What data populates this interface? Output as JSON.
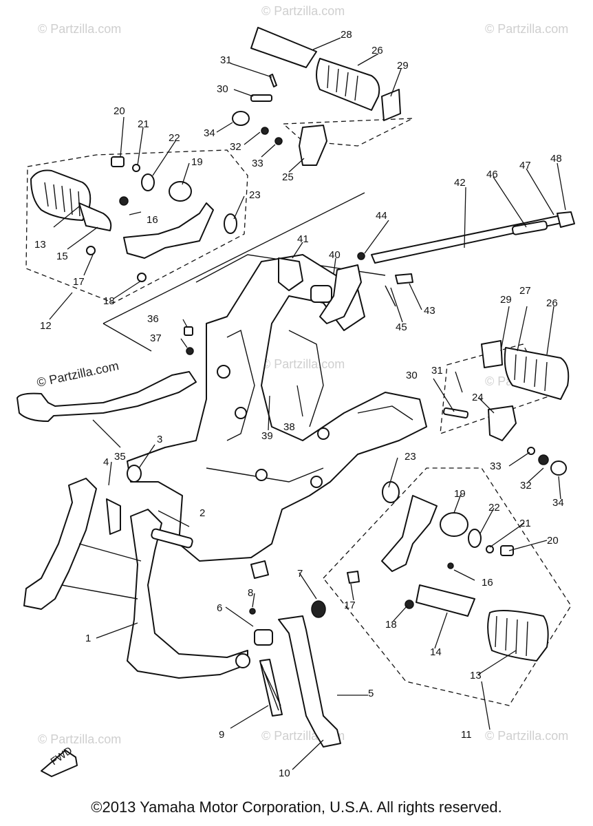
{
  "watermarks": {
    "text": "© Partzilla.com",
    "featured": "© Partzilla.com"
  },
  "fwd_label": "FWD",
  "copyright": "©2013 Yamaha Motor Corporation, U.S.A. All rights reserved.",
  "callouts": [
    "1",
    "2",
    "3",
    "4",
    "5",
    "6",
    "7",
    "8",
    "9",
    "10",
    "11",
    "12",
    "13",
    "14",
    "15",
    "16",
    "17",
    "18",
    "19",
    "20",
    "21",
    "22",
    "23",
    "24",
    "25",
    "26",
    "27",
    "28",
    "29",
    "30",
    "31",
    "32",
    "33",
    "34",
    "35",
    "36",
    "37",
    "38",
    "39",
    "40",
    "41",
    "42",
    "43",
    "44",
    "45",
    "46",
    "47",
    "48"
  ]
}
